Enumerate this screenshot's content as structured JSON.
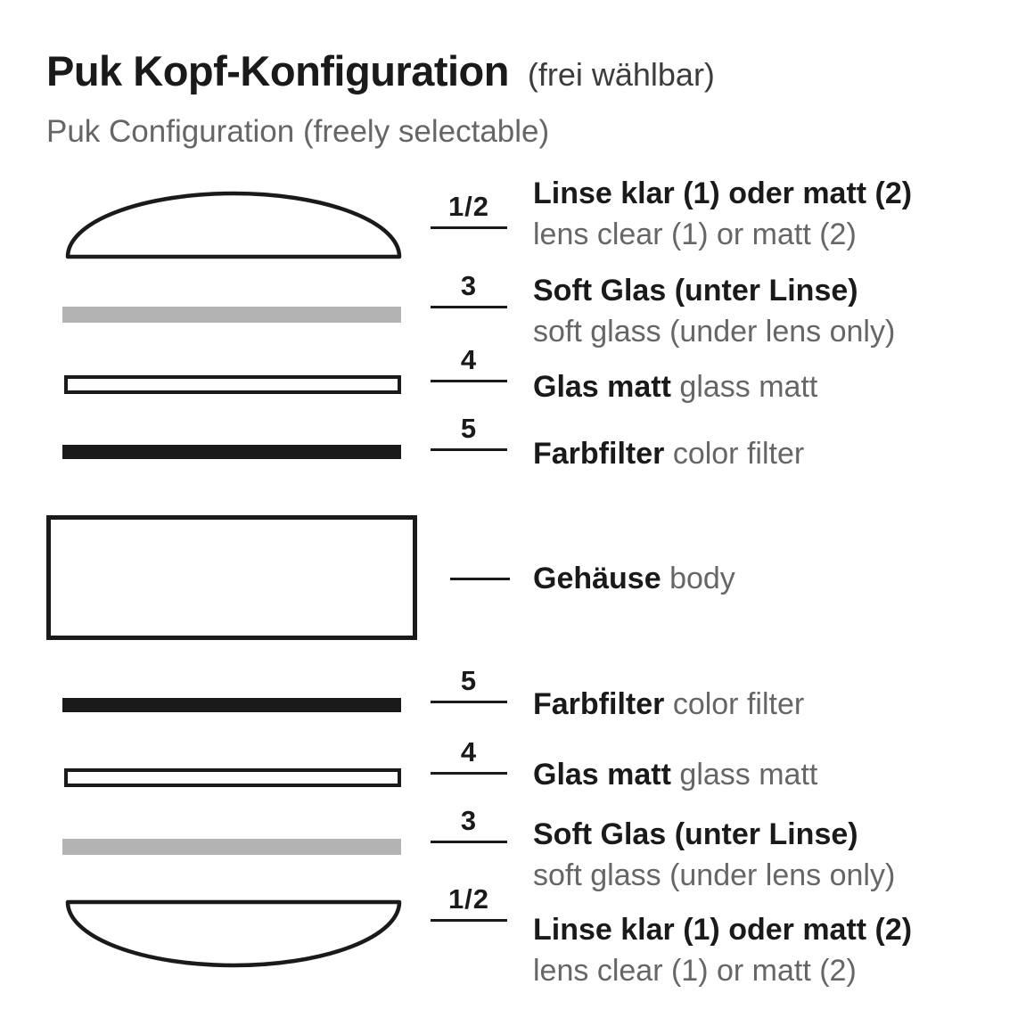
{
  "header": {
    "title": "Puk Kopf-Konfiguration",
    "title_suffix": "(frei wählbar)",
    "subtitle": "Puk Configuration (freely selectable)"
  },
  "colors": {
    "ink": "#1a1a1a",
    "gray_text": "#666666",
    "gray_bar": "#b3b3b3"
  },
  "rows": [
    {
      "num": "1/2",
      "label_de": "Linse klar (1) oder matt (2)",
      "label_en": "lens clear (1) or matt (2)",
      "shape": "lens-dome-up"
    },
    {
      "num": "3",
      "label_de": "Soft Glas (unter Linse)",
      "label_en": "soft glass (under lens only)",
      "shape": "soft-glass-bar"
    },
    {
      "num": "4",
      "label_de": "Glas matt",
      "label_en": "glass matt",
      "shape": "matt-glass-bar"
    },
    {
      "num": "5",
      "label_de": "Farbfilter",
      "label_en": "color filter",
      "shape": "color-filter-bar"
    },
    {
      "num": "",
      "label_de": "Gehäuse",
      "label_en": "body",
      "shape": "body-rectangle"
    },
    {
      "num": "5",
      "label_de": "Farbfilter",
      "label_en": "color filter",
      "shape": "color-filter-bar"
    },
    {
      "num": "4",
      "label_de": "Glas matt",
      "label_en": "glass matt",
      "shape": "matt-glass-bar"
    },
    {
      "num": "3",
      "label_de": "Soft Glas (unter Linse)",
      "label_en": "soft glass (under lens only)",
      "shape": "soft-glass-bar"
    },
    {
      "num": "1/2",
      "label_de": "Linse klar (1) oder matt (2)",
      "label_en": "lens clear (1) or matt (2)",
      "shape": "lens-dome-down"
    }
  ]
}
